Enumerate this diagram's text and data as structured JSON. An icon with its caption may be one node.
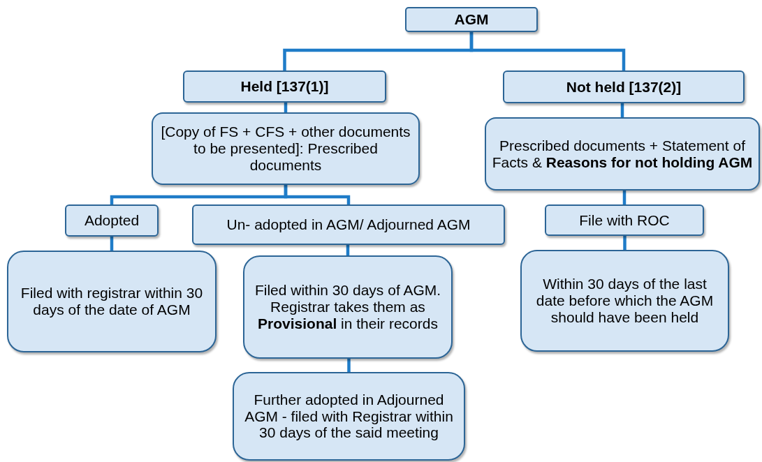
{
  "diagram": {
    "nodes": [
      {
        "text": [
          "AGM"
        ]
      },
      {
        "text": [
          "Held [137(1)]"
        ]
      },
      {
        "text": [
          "Not held [137(2)]"
        ]
      },
      {
        "text": [
          "[Copy of FS + CFS + other documents to be presented]: Prescribed documents"
        ]
      },
      {
        "text": [
          "Prescribed documents + Statement of Facts & **Reasons for not holding AGM**"
        ]
      },
      {
        "text": [
          "Adopted"
        ]
      },
      {
        "text": [
          "Un- adopted in AGM/ Adjourned AGM"
        ]
      },
      {
        "text": [
          "File with ROC"
        ]
      },
      {
        "text": [
          "Filed with registrar within 30 days of the date of AGM"
        ]
      },
      {
        "text": [
          "Filed within 30 days of AGM. Registrar takes them as **Provisional** in their records"
        ]
      },
      {
        "text": [
          "Within 30 days of the last date before which the AGM should have been held"
        ]
      },
      {
        "text": [
          "Further adopted in Adjourned AGM - filed with Registrar within 30 days of the said meeting"
        ]
      }
    ],
    "edges": [
      {
        "from": 0,
        "to": 1,
        "arrow": "none"
      },
      {
        "from": 0,
        "to": 2,
        "arrow": "none"
      },
      {
        "from": 1,
        "to": 3,
        "arrow": "none"
      },
      {
        "from": 2,
        "to": 4,
        "arrow": "none"
      },
      {
        "from": 3,
        "to": 5,
        "arrow": "none"
      },
      {
        "from": 3,
        "to": 6,
        "arrow": "none"
      },
      {
        "from": 4,
        "to": 7,
        "arrow": "none"
      },
      {
        "from": 5,
        "to": 8,
        "arrow": "none"
      },
      {
        "from": 6,
        "to": 9,
        "arrow": "none"
      },
      {
        "from": 7,
        "to": 10,
        "arrow": "none"
      },
      {
        "from": 9,
        "to": 11,
        "arrow": "none"
      }
    ]
  }
}
